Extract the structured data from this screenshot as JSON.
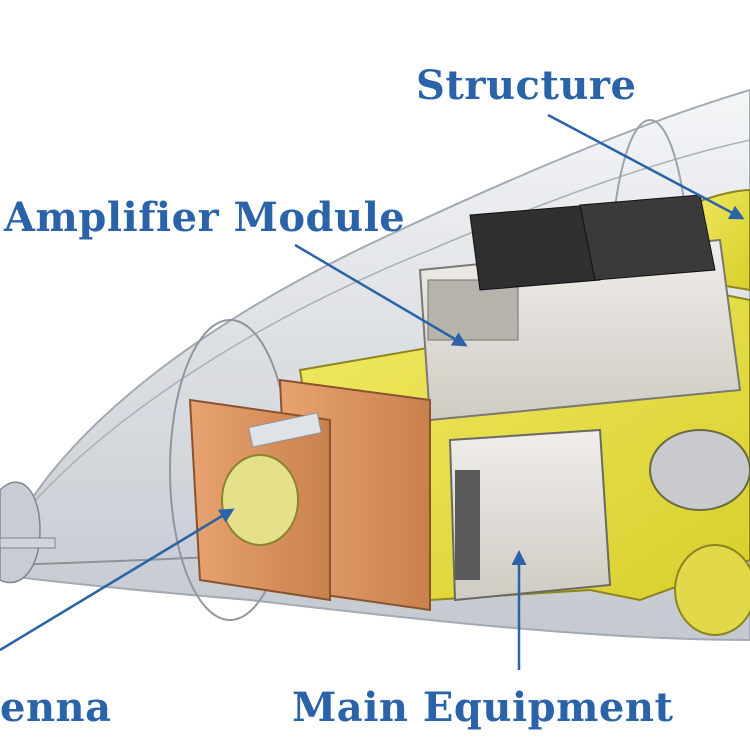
{
  "labels": {
    "structure": "Structure",
    "amplifier": "Amplifier Module",
    "equipment": "Main Equipment",
    "antenna": "enna"
  },
  "colors": {
    "label": "#2a63a8",
    "arrow": "#2a63a8",
    "frame": "#e6df3c",
    "antenna_panel": "#d9905a",
    "module": "#e4e1dc",
    "heatsink": "#3a3a3a"
  }
}
